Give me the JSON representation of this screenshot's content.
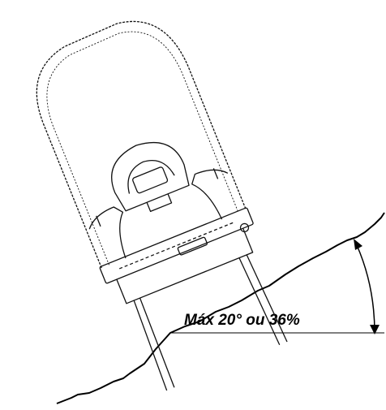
{
  "diagram": {
    "angle_label": "Máx 20° ou 36%",
    "max_angle_degrees": 20,
    "max_slope_percent": 36
  }
}
